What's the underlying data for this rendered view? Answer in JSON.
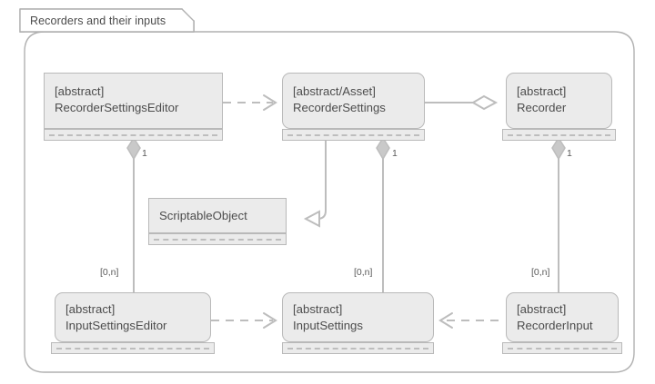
{
  "diagram": {
    "title": "Recorders and their inputs",
    "type": "uml-class-diagram",
    "colors": {
      "box_fill": "#ebebeb",
      "box_border": "#b9b9b9",
      "connector": "#b5b5b5",
      "text": "#4d4d4d",
      "frame": "#b0b0b0",
      "background": "#ffffff"
    },
    "classes": [
      {
        "id": "recorder-settings-editor",
        "stereotype": "[abstract]",
        "name": "RecorderSettingsEditor",
        "shape": "square"
      },
      {
        "id": "recorder-settings",
        "stereotype": "[abstract/Asset]",
        "name": "RecorderSettings",
        "shape": "rounded"
      },
      {
        "id": "recorder",
        "stereotype": "[abstract]",
        "name": "Recorder",
        "shape": "rounded"
      },
      {
        "id": "scriptable-object",
        "stereotype": "",
        "name": "ScriptableObject",
        "shape": "square"
      },
      {
        "id": "input-settings-editor",
        "stereotype": "[abstract]",
        "name": "InputSettingsEditor",
        "shape": "rounded"
      },
      {
        "id": "input-settings",
        "stereotype": "[abstract]",
        "name": "InputSettings",
        "shape": "rounded"
      },
      {
        "id": "recorder-input",
        "stereotype": "[abstract]",
        "name": "RecorderInput",
        "shape": "rounded"
      }
    ],
    "multiplicities": [
      {
        "id": "m-rse-1",
        "label": "1"
      },
      {
        "id": "m-rs-1",
        "label": "1"
      },
      {
        "id": "m-rec-1",
        "label": "1"
      },
      {
        "id": "m-ise-0n",
        "label": "[0,n]"
      },
      {
        "id": "m-is-0n",
        "label": "[0,n]"
      },
      {
        "id": "m-ri-0n",
        "label": "[0,n]"
      }
    ],
    "connectors": [
      {
        "id": "dep-rse-rs",
        "kind": "dependency",
        "from": "RecorderSettingsEditor",
        "to": "RecorderSettings"
      },
      {
        "id": "agg-rs-rec",
        "kind": "aggregation",
        "from": "RecorderSettings",
        "to": "Recorder"
      },
      {
        "id": "gen-rs-so",
        "kind": "generalization",
        "from": "RecorderSettings",
        "to": "ScriptableObject"
      },
      {
        "id": "comp-ise-rse",
        "kind": "composition",
        "from": "InputSettingsEditor",
        "to": "RecorderSettingsEditor"
      },
      {
        "id": "comp-is-rs",
        "kind": "composition",
        "from": "InputSettings",
        "to": "RecorderSettings"
      },
      {
        "id": "comp-ri-rec",
        "kind": "composition",
        "from": "RecorderInput",
        "to": "Recorder"
      },
      {
        "id": "dep-ise-is",
        "kind": "dependency",
        "from": "InputSettingsEditor",
        "to": "InputSettings"
      },
      {
        "id": "dep-ri-is",
        "kind": "dependency",
        "from": "RecorderInput",
        "to": "InputSettings"
      }
    ]
  }
}
